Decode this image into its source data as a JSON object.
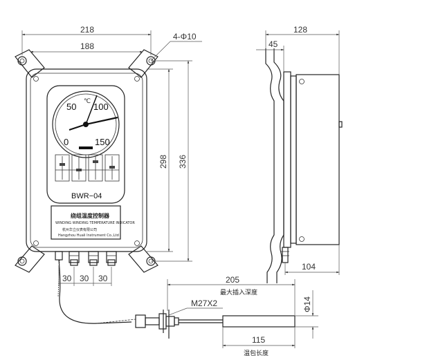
{
  "dimensions": {
    "width_218": "218",
    "width_188": "188",
    "holes": "4-Φ10",
    "height_298": "298",
    "height_336": "336",
    "side_128": "128",
    "side_45": "45",
    "side_104": "104",
    "pitch_1": "30",
    "pitch_2": "30",
    "pitch_3": "30",
    "probe_205": "205",
    "max_insert_depth": "最大插入深度",
    "thread": "M27X2",
    "dia_14": "Φ14",
    "bulb_115": "115",
    "bulb_length": "温包长度"
  },
  "gauge": {
    "scale_0": "0",
    "scale_50": "50",
    "scale_100": "100",
    "scale_150": "150",
    "unit": "℃",
    "model": "BWR−04"
  },
  "nameplate": {
    "title": "绕组温度控制器",
    "subtitle": "WINDING WINDING TEMPERATURE INDICATOR",
    "maker_cn": "杭州华立仪表有限公司",
    "maker_en": "Hangzhou Huali Instrument Co.,Ltd"
  }
}
